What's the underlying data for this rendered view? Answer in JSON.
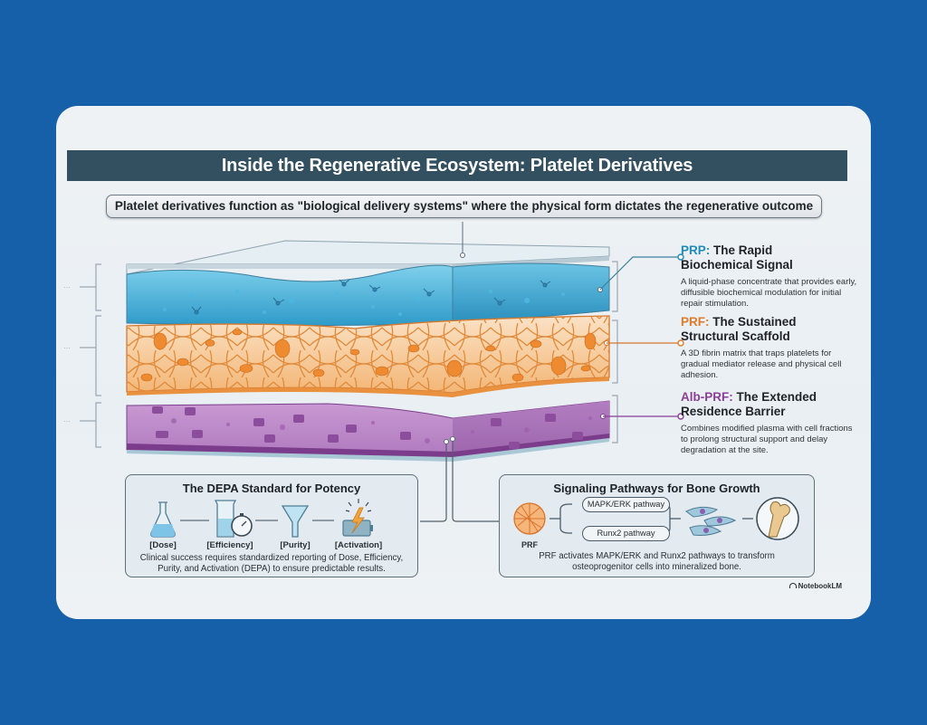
{
  "infographic": {
    "title": "Inside the Regenerative Ecosystem: Platelet Derivatives",
    "subtitle": "Platelet derivatives function as \"biological delivery systems\" where the physical form dictates the regenerative outcome",
    "layers": [
      {
        "abbr": "PRP:",
        "name": "The Rapid Biochemical Signal",
        "name_line1": " The Rapid",
        "name_line2": "Biochemical Signal",
        "description": "A liquid-phase concentrate that provides early, diffusible biochemical modulation for initial repair stimulation.",
        "color": "#1f8bb8"
      },
      {
        "abbr": "PRF:",
        "name": "The Sustained Structural Scaffold",
        "name_line1": " The Sustained",
        "name_line2": "Structural Scaffold",
        "description": "A 3D fibrin matrix that traps platelets for gradual mediator release and physical cell adhesion.",
        "color": "#e07a2a"
      },
      {
        "abbr": "Alb-PRF:",
        "name": "The Extended Residence Barrier",
        "name_line1": " The Extended",
        "name_line2": "Residence Barrier",
        "description": "Combines modified plasma with cell fractions to prolong structural support and delay degradation at the site.",
        "color": "#8a3f96"
      }
    ],
    "depa_panel": {
      "title": "The DEPA Standard for Potency",
      "steps": [
        {
          "label": "[Dose]",
          "icon": "flask-icon"
        },
        {
          "label": "[Efficiency]",
          "icon": "beaker-stopwatch-icon"
        },
        {
          "label": "[Purity]",
          "icon": "funnel-icon"
        },
        {
          "label": "[Activation]",
          "icon": "battery-lightning-icon"
        }
      ],
      "description_line1": "Clinical success requires standardized reporting of Dose, Efficiency,",
      "description_line2": "Purity, and Activation (DEPA) to ensure predictable results."
    },
    "signaling_panel": {
      "title": "Signaling Pathways for Bone Growth",
      "source_label": "PRF",
      "pathways": [
        "MAPK/ERK pathway",
        "Runx2 pathway"
      ],
      "icons": [
        "prf-mesh-icon",
        "osteoprogenitor-cells-icon",
        "bone-icon"
      ],
      "description_line1": "PRF activates MAPK/ERK and Runx2 pathways to transform",
      "description_line2": "osteoprogenitor cells into mineralized bone."
    },
    "brand": "NotebookLM",
    "colors": {
      "background": "#1560a8",
      "title_bar": "#32505f",
      "prp": "#1f8bb8",
      "prf": "#e07a2a",
      "alb_prf": "#8a3f96"
    }
  }
}
